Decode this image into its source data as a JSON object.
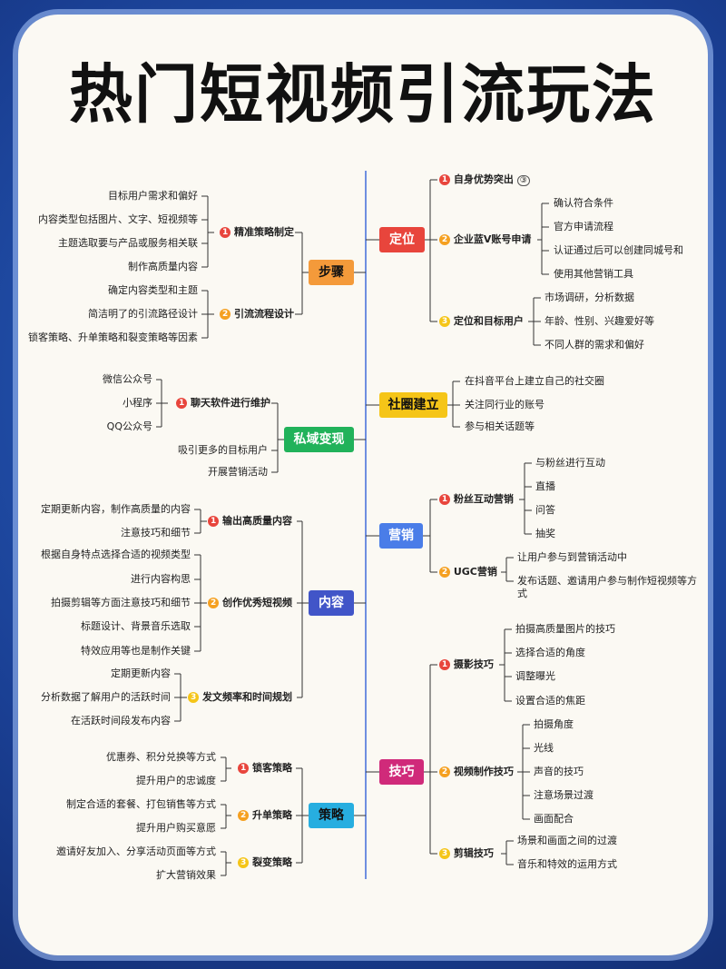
{
  "title": "热门短视频引流玩法",
  "badges": {
    "n1": "1",
    "n2": "2",
    "n3": "3"
  },
  "nodes": {
    "positioning": "定位",
    "community": "社圈建立",
    "marketing": "营销",
    "skills": "技巧",
    "steps": "步骤",
    "private": "私域变现",
    "content": "内容",
    "strategy": "策略"
  },
  "positioning": {
    "sub1": "自身优势突出",
    "sub2": "企业蓝V账号申请",
    "leaves2": [
      "确认符合条件",
      "官方申请流程",
      "认证通过后可以创建同城号和",
      "使用其他营销工具"
    ],
    "sub3": "定位和目标用户",
    "leaves3": [
      "市场调研，分析数据",
      "年龄、性别、兴趣爱好等",
      "不同人群的需求和偏好"
    ]
  },
  "community": {
    "leaves": [
      "在抖音平台上建立自己的社交圈",
      "关注同行业的账号",
      "参与相关话题等"
    ]
  },
  "marketing": {
    "sub1": "粉丝互动营销",
    "leaves1": [
      "与粉丝进行互动",
      "直播",
      "问答",
      "抽奖"
    ],
    "sub2": "UGC营销",
    "leaves2": [
      "让用户参与到营销活动中",
      "发布话题、邀请用户参与制作短视频等方式"
    ]
  },
  "skills": {
    "sub1": "摄影技巧",
    "leaves1": [
      "拍摄高质量图片的技巧",
      "选择合适的角度",
      "调整曝光",
      "设置合适的焦距"
    ],
    "sub2": "视频制作技巧",
    "leaves2": [
      "拍摄角度",
      "光线",
      "声音的技巧",
      "注意场景过渡",
      "画面配合"
    ],
    "sub3": "剪辑技巧",
    "leaves3": [
      "场景和画面之间的过渡",
      "音乐和特效的运用方式"
    ]
  },
  "steps": {
    "sub1": "精准策略制定",
    "leaves1": [
      "目标用户需求和偏好",
      "内容类型包括图片、文字、短视频等",
      "主题选取要与产品或服务相关联",
      "制作高质量内容"
    ],
    "sub2": "引流流程设计",
    "leaves2": [
      "确定内容类型和主题",
      "简洁明了的引流路径设计",
      "锁客策略、升单策略和裂变策略等因素"
    ]
  },
  "private": {
    "sub1": "聊天软件进行维护",
    "leaves1": [
      "微信公众号",
      "小程序",
      "QQ公众号"
    ],
    "leaves": [
      "吸引更多的目标用户",
      "开展营销活动"
    ]
  },
  "content": {
    "sub1": "输出高质量内容",
    "leaves1": [
      "定期更新内容，制作高质量的内容",
      "注意技巧和细节"
    ],
    "sub2": "创作优秀短视频",
    "leaves2": [
      "根据自身特点选择合适的视频类型",
      "进行内容构思",
      "拍摄剪辑等方面注意技巧和细节",
      "标题设计、背景音乐选取",
      "特效应用等也是制作关键"
    ],
    "sub3": "发文频率和时间规划",
    "leaves3": [
      "定期更新内容",
      "分析数据了解用户的活跃时间",
      "在活跃时间段发布内容"
    ]
  },
  "strategy": {
    "sub1": "锁客策略",
    "leaves1": [
      "优惠券、积分兑换等方式",
      "提升用户的忠诚度"
    ],
    "sub2": "升单策略",
    "leaves2": [
      "制定合适的套餐、打包销售等方式",
      "提升用户购买意愿"
    ],
    "sub3": "裂变策略",
    "leaves3": [
      "邀请好友加入、分享活动页面等方式",
      "扩大营销效果"
    ]
  }
}
